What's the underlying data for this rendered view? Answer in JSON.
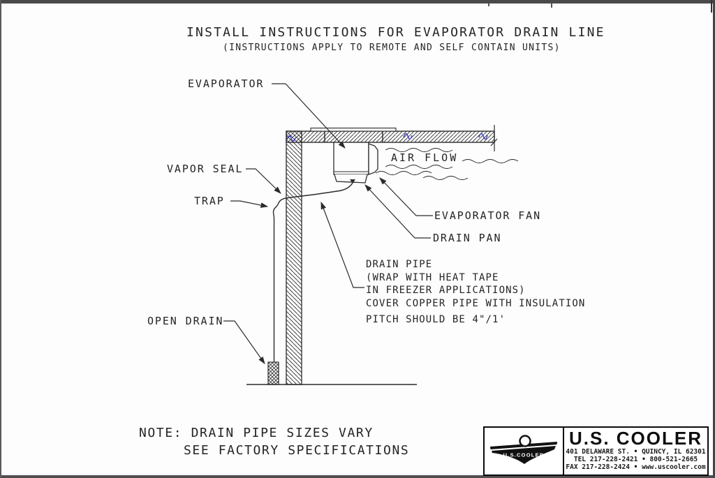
{
  "page": {
    "title": "INSTALL INSTRUCTIONS FOR EVAPORATOR DRAIN LINE",
    "subtitle": "(INSTRUCTIONS APPLY TO REMOTE AND SELF CONTAIN UNITS)"
  },
  "diagram": {
    "labels": {
      "evaporator": "EVAPORATOR",
      "vapor_seal": "VAPOR SEAL",
      "trap": "TRAP",
      "air_flow": "AIR FLOW",
      "evaporator_fan": "EVAPORATOR FAN",
      "drain_pan": "DRAIN PAN",
      "open_drain": "OPEN DRAIN"
    },
    "drain_pipe_lines": [
      "DRAIN PIPE",
      "(WRAP WITH HEAT TAPE",
      "IN FREEZER APPLICATIONS)",
      "COVER COPPER PIPE WITH INSULATION"
    ],
    "pitch_line": "PITCH SHOULD BE 4\"/1'"
  },
  "note": {
    "line1": "NOTE: DRAIN PIPE SIZES VARY",
    "line2": "SEE FACTORY SPECIFICATIONS"
  },
  "title_block": {
    "company": "U.S. COOLER",
    "logo_text": "U.S.COOLER",
    "address": "401 DELAWARE ST. • QUINCY, IL 62301",
    "phone": "TEL 217-228-2421 • 800-521-2665",
    "fax": "FAX 217-228-2424 • www.uscooler.com"
  },
  "colors": {
    "line": "#2b2b2b",
    "accent_blue": "#3d3dc4",
    "frame_gray": "#4f4f4f"
  }
}
